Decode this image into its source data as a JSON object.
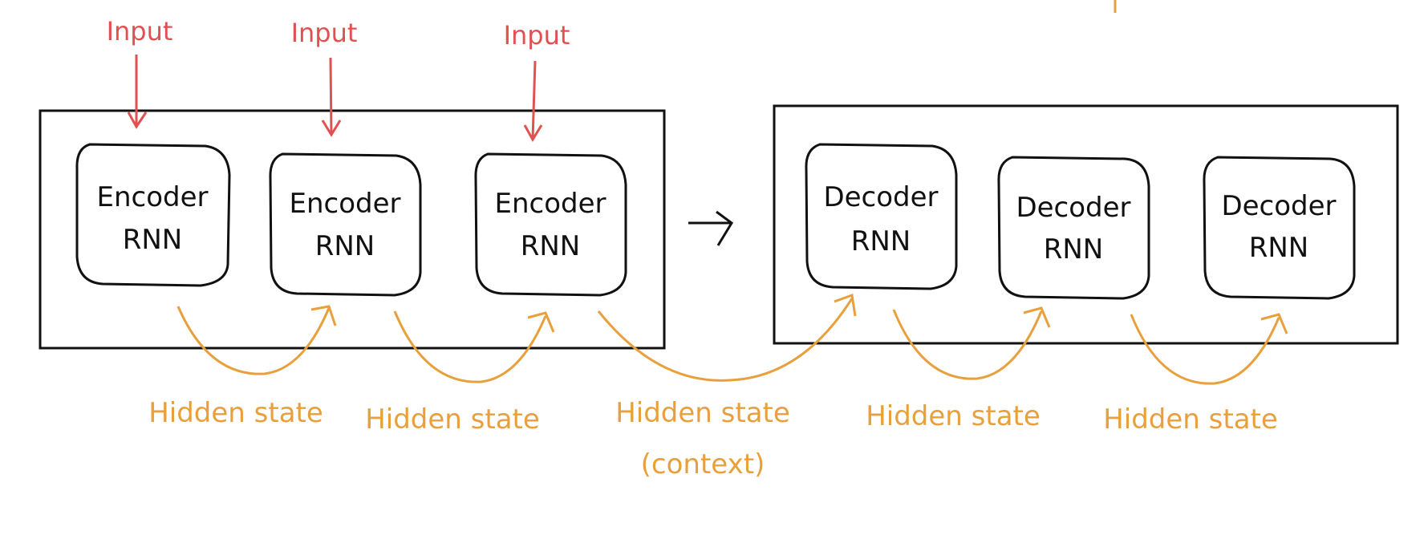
{
  "colors": {
    "ink": "#111111",
    "input": "#e05252",
    "hidden": "#e8a03c"
  },
  "encoder": {
    "nodes": [
      {
        "line1": "Encoder",
        "line2": "RNN"
      },
      {
        "line1": "Encoder",
        "line2": "RNN"
      },
      {
        "line1": "Encoder",
        "line2": "RNN"
      }
    ],
    "inputs": [
      "Input",
      "Input",
      "Input"
    ]
  },
  "decoder": {
    "nodes": [
      {
        "line1": "Decoder",
        "line2": "RNN"
      },
      {
        "line1": "Decoder",
        "line2": "RNN"
      },
      {
        "line1": "Decoder",
        "line2": "RNN"
      }
    ]
  },
  "hidden_states": [
    {
      "line1": "Hidden state",
      "line2": ""
    },
    {
      "line1": "Hidden state",
      "line2": ""
    },
    {
      "line1": "Hidden state",
      "line2": "(context)"
    },
    {
      "line1": "Hidden state",
      "line2": ""
    },
    {
      "line1": "Hidden state",
      "line2": ""
    }
  ]
}
